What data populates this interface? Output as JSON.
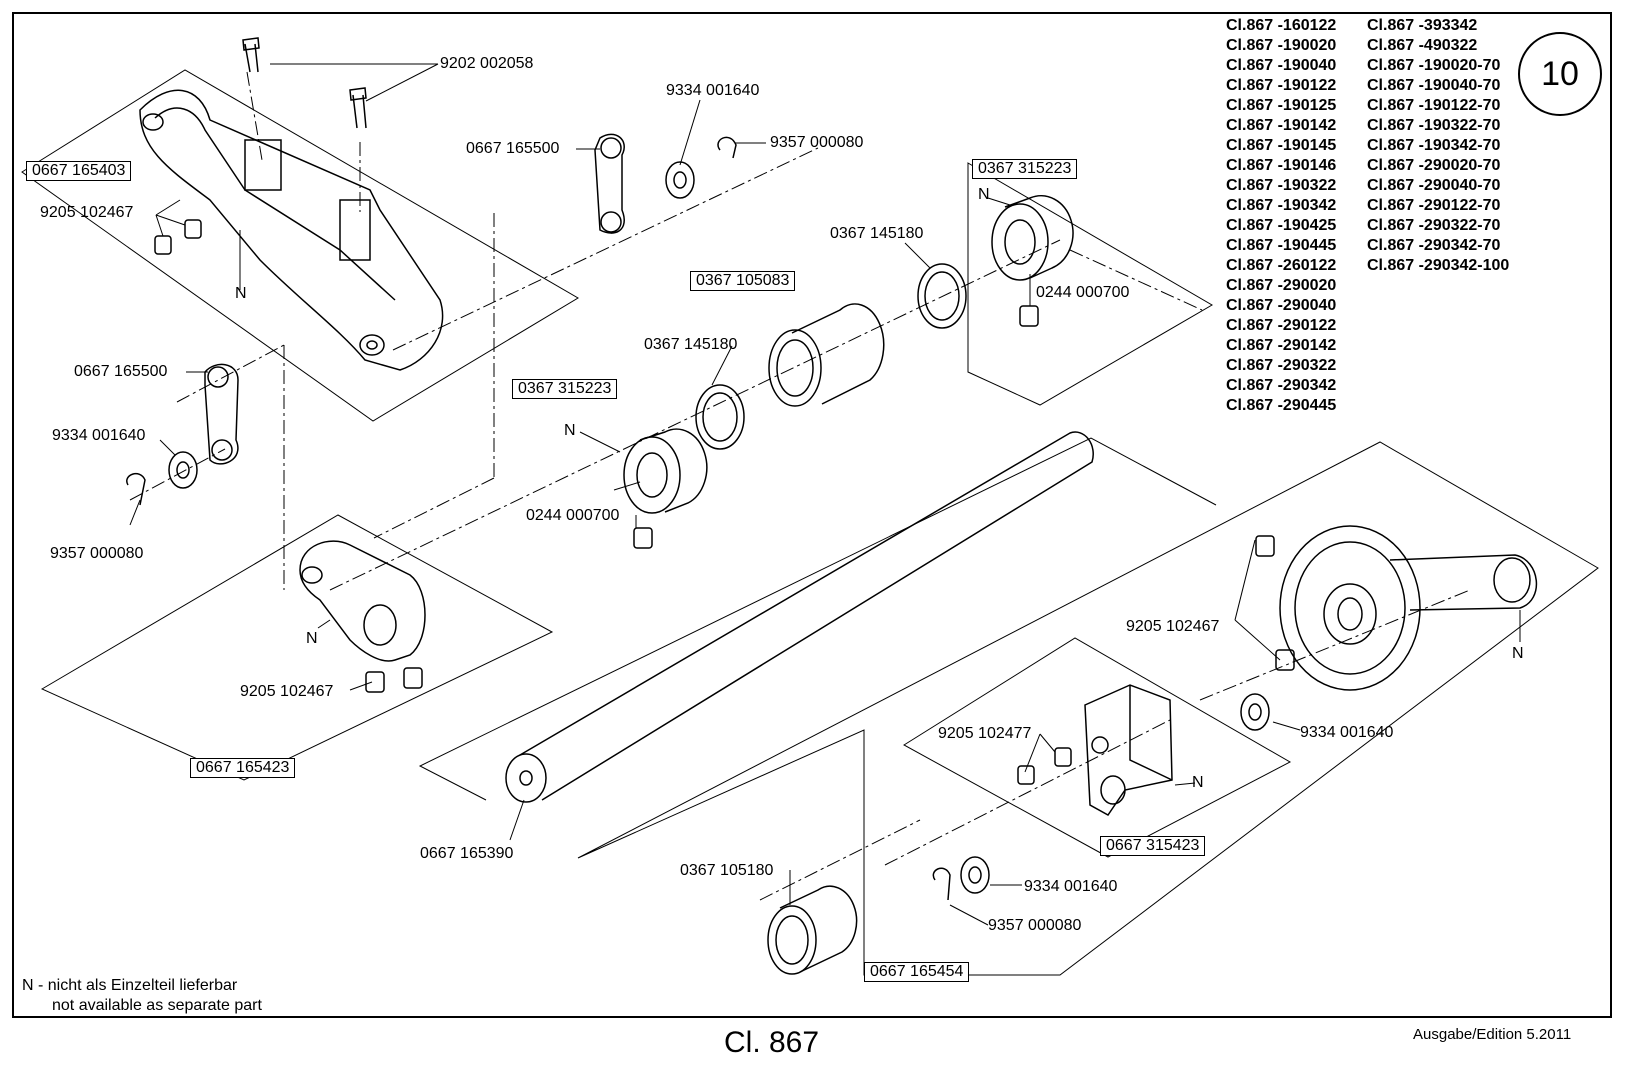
{
  "page_number": "10",
  "title": "Cl. 867",
  "edition": "Ausgabe/Edition  5.2011",
  "footnote": {
    "line1": "N - nicht als Einzelteil lieferbar",
    "line2": "not available as separate part"
  },
  "models_col1": [
    "Cl.867 -160122",
    "Cl.867 -190020",
    "Cl.867 -190040",
    "Cl.867 -190122",
    "Cl.867 -190125",
    "Cl.867 -190142",
    "Cl.867 -190145",
    "Cl.867 -190146",
    "Cl.867 -190322",
    "Cl.867 -190342",
    "Cl.867 -190425",
    "Cl.867 -190445",
    "Cl.867 -260122",
    "Cl.867 -290020",
    "Cl.867 -290040",
    "Cl.867 -290122",
    "Cl.867 -290142",
    "Cl.867 -290322",
    "Cl.867 -290342",
    "Cl.867 -290445"
  ],
  "models_col2": [
    "Cl.867 -393342",
    "Cl.867 -490322",
    "Cl.867 -190020-70",
    "Cl.867 -190040-70",
    "Cl.867 -190122-70",
    "Cl.867 -190322-70",
    "Cl.867 -190342-70",
    "Cl.867 -290020-70",
    "Cl.867 -290040-70",
    "Cl.867 -290122-70",
    "Cl.867 -290322-70",
    "Cl.867 -290342-70",
    "Cl.867 -290342-100"
  ],
  "parts": {
    "screw_top": "9202 002058",
    "washer_top": "9334 001640",
    "link_top": "0667 165500",
    "clip_top": "9357 000080",
    "bracket_box": "0667 165403",
    "set_screw_bracket": "9205 102467",
    "bearing_right_box": "0367 315223",
    "ring_right": "0367 145180",
    "bushing_box": "0367 105083",
    "set_screw_right": "0244 000700",
    "link_left": "0667 165500",
    "washer_left": "9334 001640",
    "clip_left": "9357 000080",
    "ring_mid": "0367 145180",
    "bearing_mid_box": "0367 315223",
    "set_screw_mid": "0244 000700",
    "set_screw_crank": "9205 102467",
    "crank_box": "0667 165423",
    "shaft": "0667 165390",
    "set_screw_lever": "9205 102467",
    "washer_lever": "9334 001640",
    "set_screw_block": "9205 102477",
    "block_box": "0667 315423",
    "bushing_bottom": "0367 105180",
    "washer_bottom": "9334 001640",
    "clip_bottom": "9357 000080",
    "assembly_box": "0667 165454"
  },
  "n_mark": "N"
}
